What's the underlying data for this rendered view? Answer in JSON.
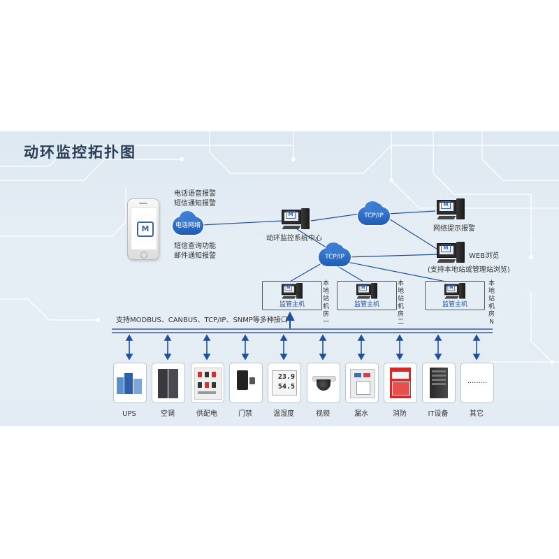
{
  "title": "动环监控拓扑图",
  "phone": {
    "logo": "M",
    "alarms_top": [
      "电话语音报警",
      "短信通知报警"
    ],
    "alarms_bottom": [
      "短信查询功能",
      "邮件通知报警"
    ]
  },
  "clouds": {
    "phone_network": "电话网络",
    "tcpip_top": "TCP/IP",
    "tcpip_mid": "TCP/IP"
  },
  "nodes": {
    "center": "动环监控系统中心",
    "web_alarm": "网络提示报警",
    "web_browse_1": "WEB浏览",
    "web_browse_2": "(支持本地站或管理站浏览)"
  },
  "stations": [
    {
      "label": "监管主机",
      "side": "本地站机房一"
    },
    {
      "label": "监管主机",
      "side": "本地站机房二"
    },
    {
      "label": "监管主机",
      "side": "本地站机房N"
    }
  ],
  "bus_label": "支持MODBUS、CANBUS、TCP/IP、SNMP等多种接口",
  "devices": [
    {
      "label": "UPS",
      "icon": "ups-icon"
    },
    {
      "label": "空调",
      "icon": "air-conditioner-icon"
    },
    {
      "label": "供配电",
      "icon": "power-distribution-icon"
    },
    {
      "label": "门禁",
      "icon": "access-control-icon"
    },
    {
      "label": "温湿度",
      "icon": "temperature-humidity-icon"
    },
    {
      "label": "视频",
      "icon": "camera-icon"
    },
    {
      "label": "漏水",
      "icon": "water-leak-icon"
    },
    {
      "label": "消防",
      "icon": "fire-protection-icon"
    },
    {
      "label": "IT设备",
      "icon": "server-icon"
    },
    {
      "label": "其它",
      "icon": "more-icon"
    }
  ],
  "thermo_display": [
    "23.9",
    "54.5"
  ],
  "other_placeholder": ".........",
  "colors": {
    "line": "#1f4fa0",
    "cloud": "#2b6bc6",
    "panel": "#e3ecf4",
    "fire": "#d62a2a"
  }
}
